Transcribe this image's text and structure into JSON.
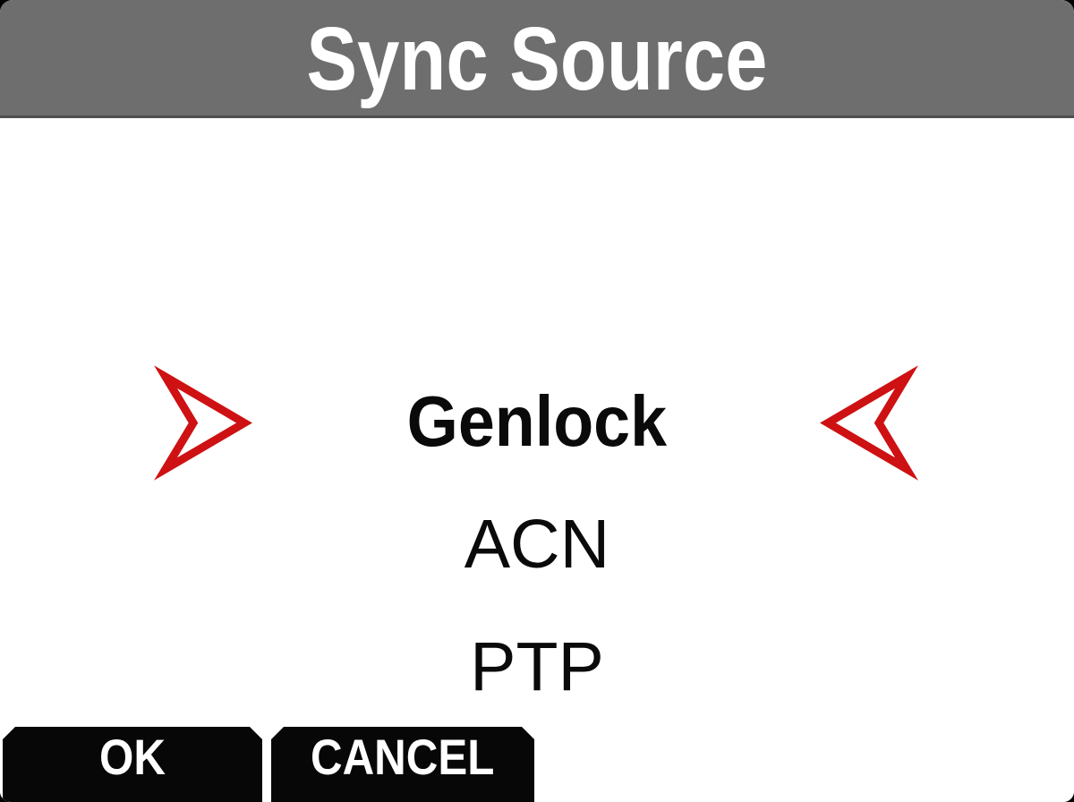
{
  "header": {
    "title": "Sync Source"
  },
  "options": {
    "items": [
      {
        "label": "Genlock",
        "selected": true
      },
      {
        "label": "ACN",
        "selected": false
      },
      {
        "label": "PTP",
        "selected": false
      }
    ],
    "selected_label": "Genlock"
  },
  "icons": {
    "left_selection_arrow": "arrowhead-right-icon",
    "right_selection_arrow": "arrowhead-left-icon"
  },
  "footer": {
    "ok_label": "OK",
    "cancel_label": "CANCEL"
  },
  "colors": {
    "header_bg": "#6E6E6E",
    "header_border": "#4E4E4E",
    "title_text": "#FFFFFF",
    "body_bg": "#FFFFFF",
    "item_text": "#0A0A0A",
    "arrow_red": "#CE1112",
    "button_bg": "#070707",
    "button_text": "#FFFFFF",
    "screen_frame": "#000000"
  }
}
